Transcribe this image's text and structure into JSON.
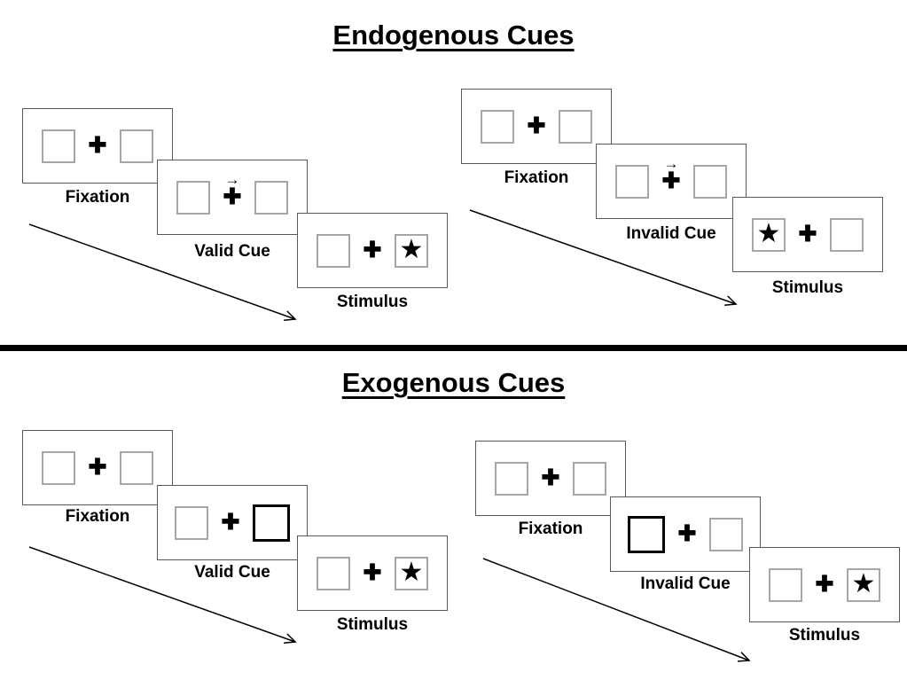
{
  "glyphs": {
    "plus": "✚",
    "star": "★",
    "cue_arrow": "→"
  },
  "colors": {
    "background": "#ffffff",
    "text": "#000000",
    "panel_border": "#595959",
    "square_border": "#a6a6a6",
    "bold_square_border": "#000000",
    "divider": "#000000",
    "arrow": "#000000"
  },
  "sections": [
    {
      "title": "Endogenous Cues",
      "sequences": [
        {
          "name": "valid",
          "panels": [
            {
              "label": "Fixation",
              "left_box": "empty",
              "center": "plus",
              "right_box": "empty"
            },
            {
              "label": "Valid Cue",
              "left_box": "empty",
              "center": "plus-with-right-arrow",
              "right_box": "empty"
            },
            {
              "label": "Stimulus",
              "left_box": "empty",
              "center": "plus",
              "right_box": "star"
            }
          ]
        },
        {
          "name": "invalid",
          "panels": [
            {
              "label": "Fixation",
              "left_box": "empty",
              "center": "plus",
              "right_box": "empty"
            },
            {
              "label": "Invalid Cue",
              "left_box": "empty",
              "center": "plus-with-right-arrow",
              "right_box": "empty"
            },
            {
              "label": "Stimulus",
              "left_box": "star",
              "center": "plus",
              "right_box": "empty"
            }
          ]
        }
      ]
    },
    {
      "title": "Exogenous Cues",
      "sequences": [
        {
          "name": "valid",
          "panels": [
            {
              "label": "Fixation",
              "left_box": "empty",
              "center": "plus",
              "right_box": "empty"
            },
            {
              "label": "Valid Cue",
              "left_box": "empty",
              "center": "plus",
              "right_box": "bold-outline"
            },
            {
              "label": "Stimulus",
              "left_box": "empty",
              "center": "plus",
              "right_box": "star"
            }
          ]
        },
        {
          "name": "invalid",
          "panels": [
            {
              "label": "Fixation",
              "left_box": "empty",
              "center": "plus",
              "right_box": "empty"
            },
            {
              "label": "Invalid Cue",
              "left_box": "bold-outline",
              "center": "plus",
              "right_box": "empty"
            },
            {
              "label": "Stimulus",
              "left_box": "empty",
              "center": "plus",
              "right_box": "star"
            }
          ]
        }
      ]
    }
  ]
}
